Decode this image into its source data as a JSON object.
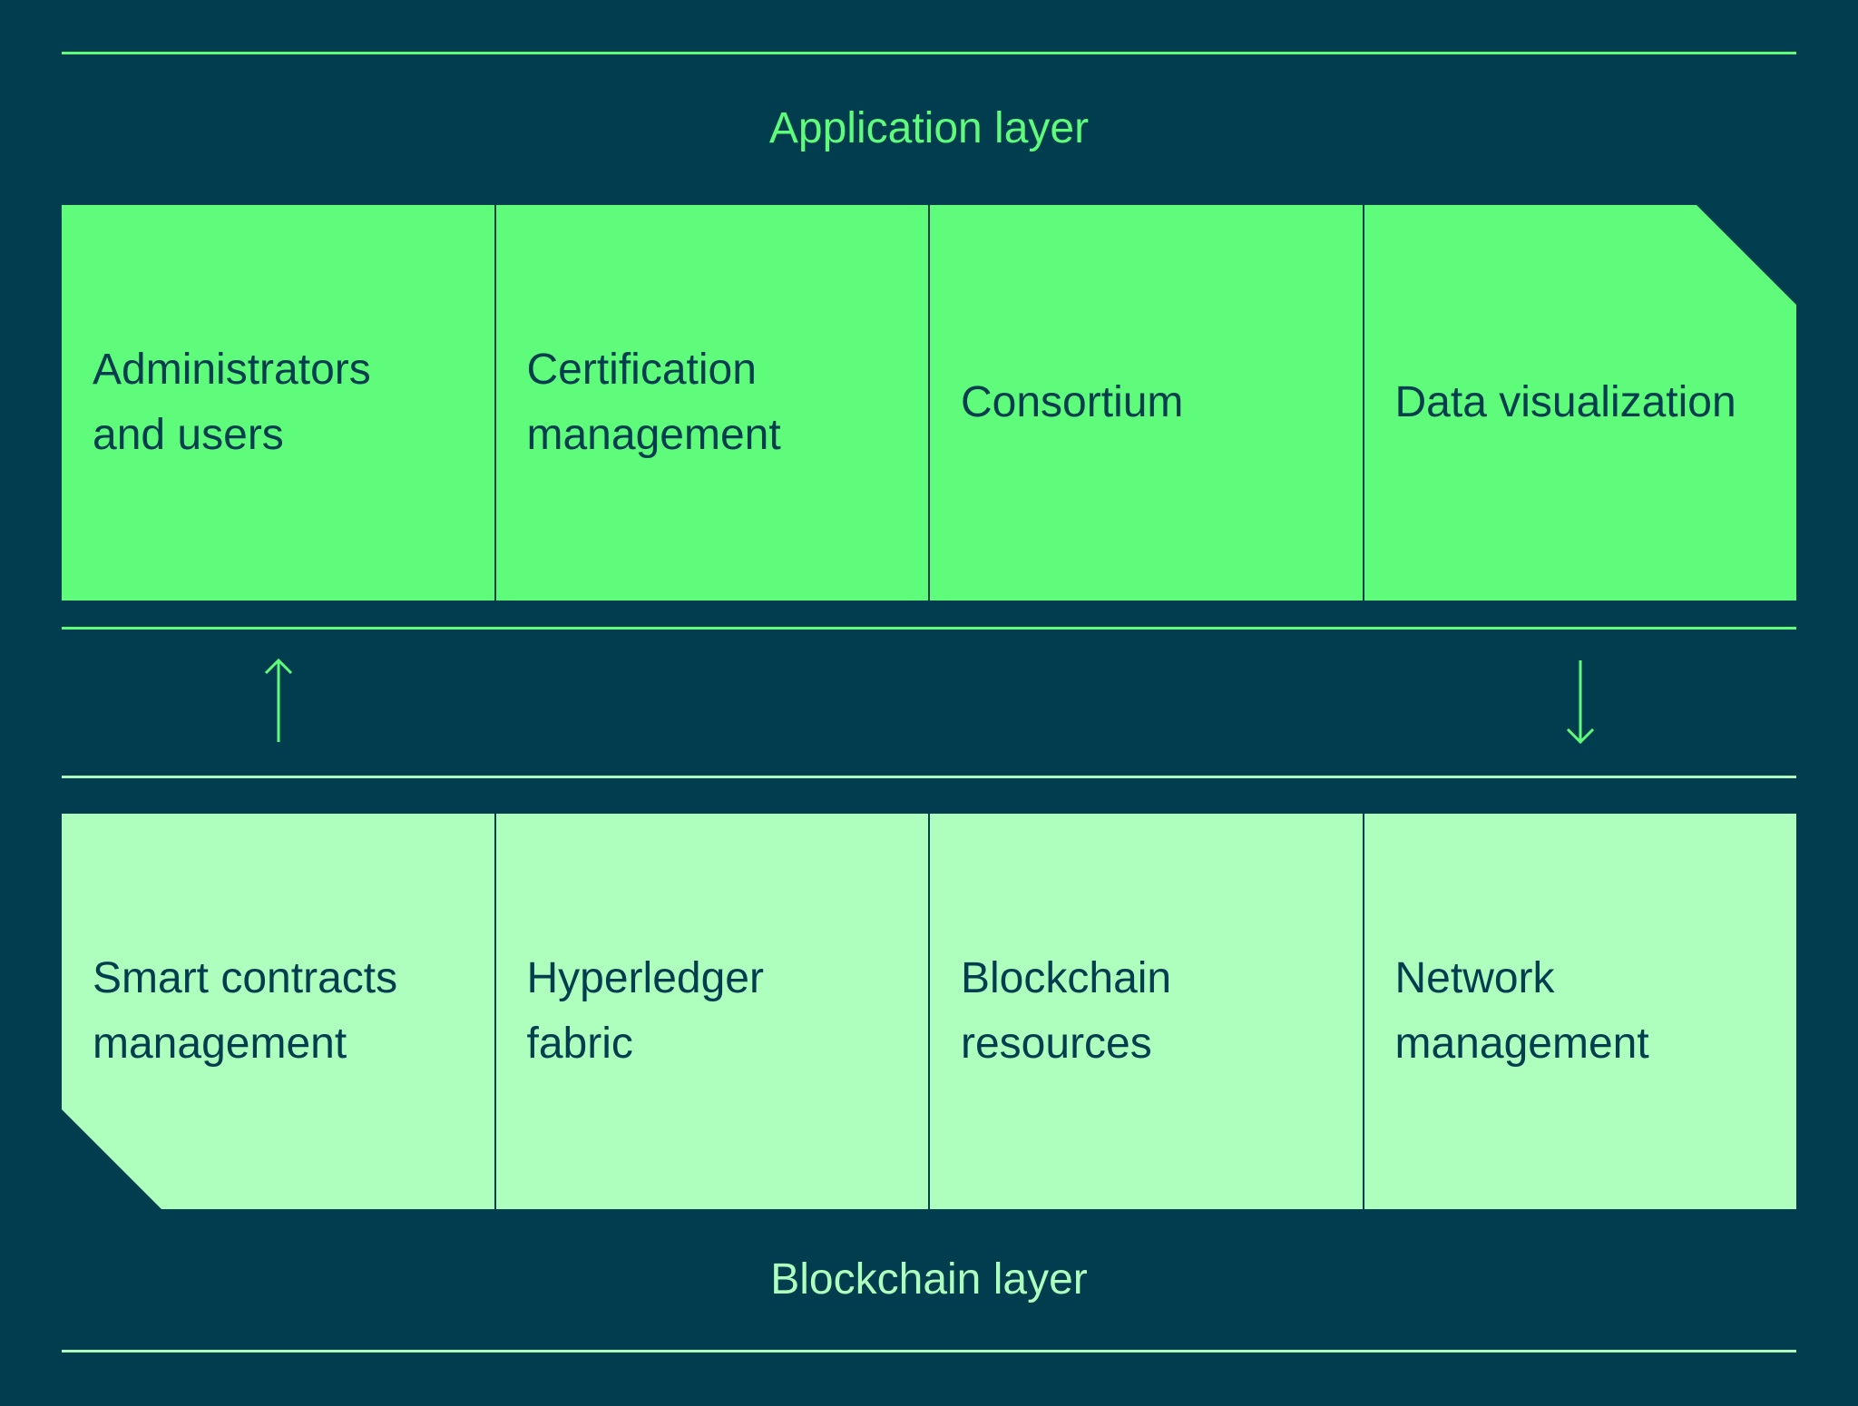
{
  "diagram": {
    "application_layer": {
      "title": "Application layer",
      "modules": [
        {
          "label": "Administrators\nand users"
        },
        {
          "label": "Certification\nmanagement"
        },
        {
          "label": "Consortium"
        },
        {
          "label": "Data visualization"
        }
      ]
    },
    "blockchain_layer": {
      "title": "Blockchain layer",
      "modules": [
        {
          "label": "Smart contracts\nmanagement"
        },
        {
          "label": "Hyperledger\nfabric"
        },
        {
          "label": "Blockchain\nresources"
        },
        {
          "label": "Network\nmanagement"
        }
      ]
    },
    "arrows": [
      {
        "direction": "up",
        "icon": "arrow-up-icon"
      },
      {
        "direction": "down",
        "icon": "arrow-down-icon"
      }
    ],
    "colors": {
      "background": "#003d4f",
      "application_fill": "#5ffb7b",
      "blockchain_fill": "#aeffbe",
      "text_dark": "#003d4f"
    }
  }
}
